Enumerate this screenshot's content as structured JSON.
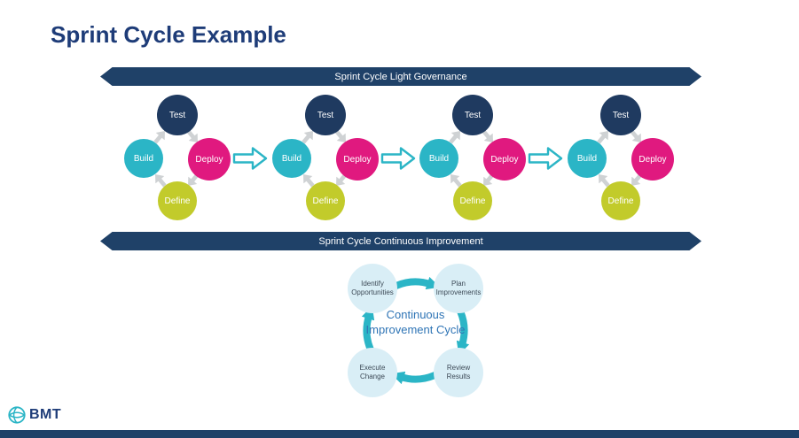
{
  "slide": {
    "title": "Sprint Cycle Example"
  },
  "banners": {
    "light_governance": "Sprint Cycle Light Governance",
    "continuous_improvement": "Sprint Cycle Continuous Improvement"
  },
  "sprint_cycle": {
    "cycle_count": 4,
    "nodes": {
      "test": {
        "label": "Test",
        "color": "#1f3a60"
      },
      "build": {
        "label": "Build",
        "color": "#2bb5c6"
      },
      "deploy": {
        "label": "Deploy",
        "color": "#e0197f"
      },
      "define": {
        "label": "Define",
        "color": "#c2cb2b"
      }
    }
  },
  "improvement_cycle": {
    "center_label": "Continuous Improvement Cycle",
    "steps": {
      "identify": "Identify Opportunities",
      "plan": "Plan Improvements",
      "review": "Review Results",
      "execute": "Execute Change"
    }
  },
  "footer": {
    "logo_text": "BMT"
  },
  "colors": {
    "title_blue": "#1e3c78",
    "banner_navy": "#1f4168",
    "navy": "#1f3a60",
    "teal": "#2bb5c6",
    "magenta": "#e0197f",
    "lime": "#c2cb2b",
    "pale_blue": "#d9eef6",
    "center_text_blue": "#2e74b5",
    "gray_arrow": "#cfd2d4"
  }
}
